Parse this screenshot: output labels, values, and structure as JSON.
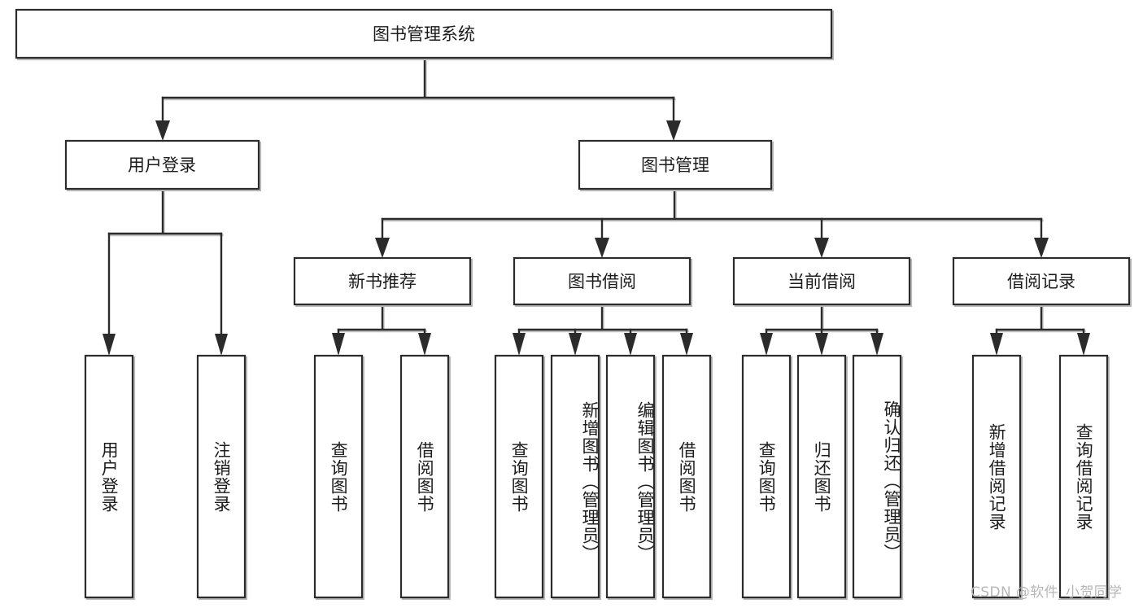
{
  "diagram": {
    "title_node": {
      "label": "图书管理系统",
      "id": "book-management-system"
    },
    "level2": [
      {
        "id": "user-login",
        "label": "用户登录"
      },
      {
        "id": "book-management",
        "label": "图书管理"
      }
    ],
    "level3": [
      {
        "id": "new-book-recommendation",
        "label": "新书推荐"
      },
      {
        "id": "book-borrowing",
        "label": "图书借阅"
      },
      {
        "id": "current-borrowing",
        "label": "当前借阅"
      },
      {
        "id": "borrowing-record",
        "label": "借阅记录"
      }
    ],
    "leaves": {
      "user-login": [
        {
          "id": "leaf-user-login",
          "label": "用户登录"
        },
        {
          "id": "leaf-logout-login",
          "label": "注销登录"
        }
      ],
      "new-book-recommendation": [
        {
          "id": "leaf-query-book-1",
          "label": "查询图书"
        },
        {
          "id": "leaf-borrow-book-1",
          "label": "借阅图书"
        }
      ],
      "book-borrowing": [
        {
          "id": "leaf-query-book-2",
          "label": "查询图书"
        },
        {
          "id": "leaf-add-book-admin",
          "label": "新增图书（管理员）"
        },
        {
          "id": "leaf-edit-book-admin",
          "label": "编辑图书（管理员）"
        },
        {
          "id": "leaf-borrow-book-2",
          "label": "借阅图书"
        }
      ],
      "current-borrowing": [
        {
          "id": "leaf-query-book-3",
          "label": "查询图书"
        },
        {
          "id": "leaf-return-book",
          "label": "归还图书"
        },
        {
          "id": "leaf-confirm-return-admin",
          "label": "确认归还（管理员）"
        }
      ],
      "borrowing-record": [
        {
          "id": "leaf-add-borrow-record",
          "label": "新增借阅记录"
        },
        {
          "id": "leaf-query-borrow-record",
          "label": "查询借阅记录"
        }
      ]
    },
    "watermark": "CSDN @软件_小贺同学",
    "colors": {
      "box_stroke": "#2b2b2b",
      "box_fill": "#ffffff",
      "connector": "#2b2b2b",
      "text": "#1c1c1c",
      "watermark": "#b6b6b6",
      "background": "#ffffff"
    }
  }
}
